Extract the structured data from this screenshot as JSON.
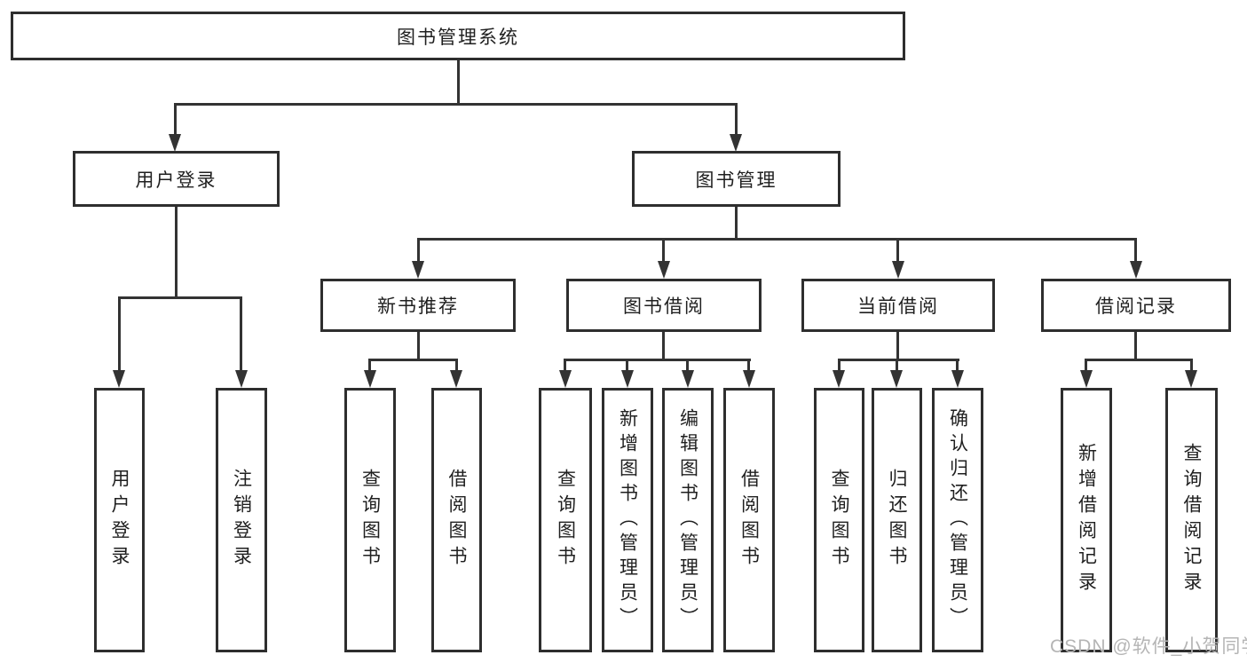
{
  "tree": {
    "root": {
      "label": "图书管理系统"
    },
    "level2": [
      {
        "label": "用户登录"
      },
      {
        "label": "图书管理"
      }
    ],
    "level3": [
      {
        "label": "新书推荐"
      },
      {
        "label": "图书借阅"
      },
      {
        "label": "当前借阅"
      },
      {
        "label": "借阅记录"
      }
    ],
    "leaves": {
      "login": [
        "用户登录",
        "注销登录"
      ],
      "recommend": [
        "查询图书",
        "借阅图书"
      ],
      "borrow": [
        "查询图书",
        "新增图书（管理员）",
        "编辑图书（管理员）",
        "借阅图书"
      ],
      "current": [
        "查询图书",
        "归还图书",
        "确认归还（管理员）"
      ],
      "records": [
        "新增借阅记录",
        "查询借阅记录"
      ]
    }
  },
  "watermark": "CSDN @软件_小贺同学",
  "colors": {
    "line": "#333333",
    "border": "#2e2e2e",
    "text": "#1f1f1f",
    "watermark": "#b5b5b5",
    "background": "#ffffff"
  }
}
